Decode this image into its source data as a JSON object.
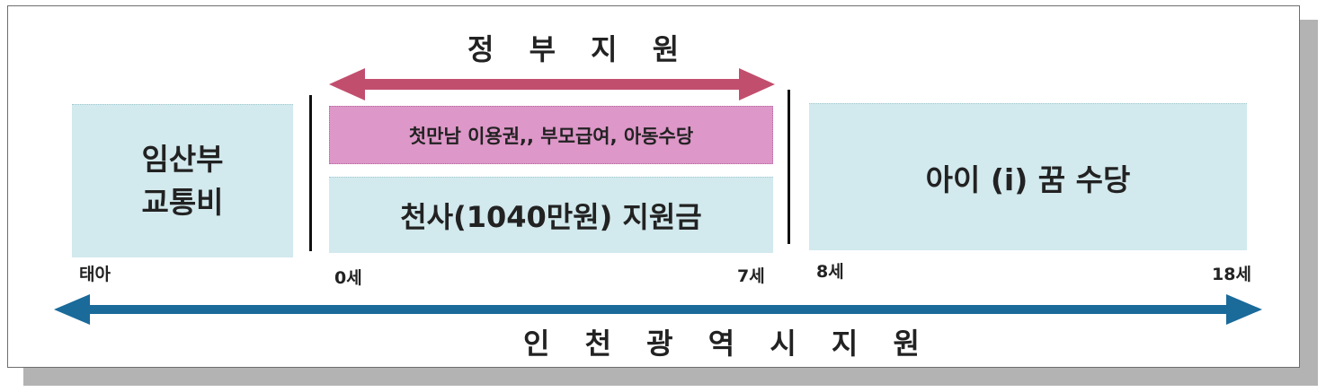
{
  "government": {
    "title": "정 부 지 원",
    "arrow_color": "#c24e6e"
  },
  "incheon": {
    "title": "인 천 광 역 시 지 원",
    "arrow_color": "#1a6a9a"
  },
  "boxes": {
    "pregnant": "임산부\n교통비",
    "first_meeting": "첫만남 이용권,, 부모급여, 아동수당",
    "angel": "천사(1040만원) 지원금",
    "dream": "아이 (i) 꿈 수당"
  },
  "ages": {
    "fetus": "태아",
    "age0": "0세",
    "age7": "7세",
    "age8": "8세",
    "age18": "18세"
  },
  "colors": {
    "light_blue": "#d2e9ed",
    "pink": "#dd97c8"
  }
}
